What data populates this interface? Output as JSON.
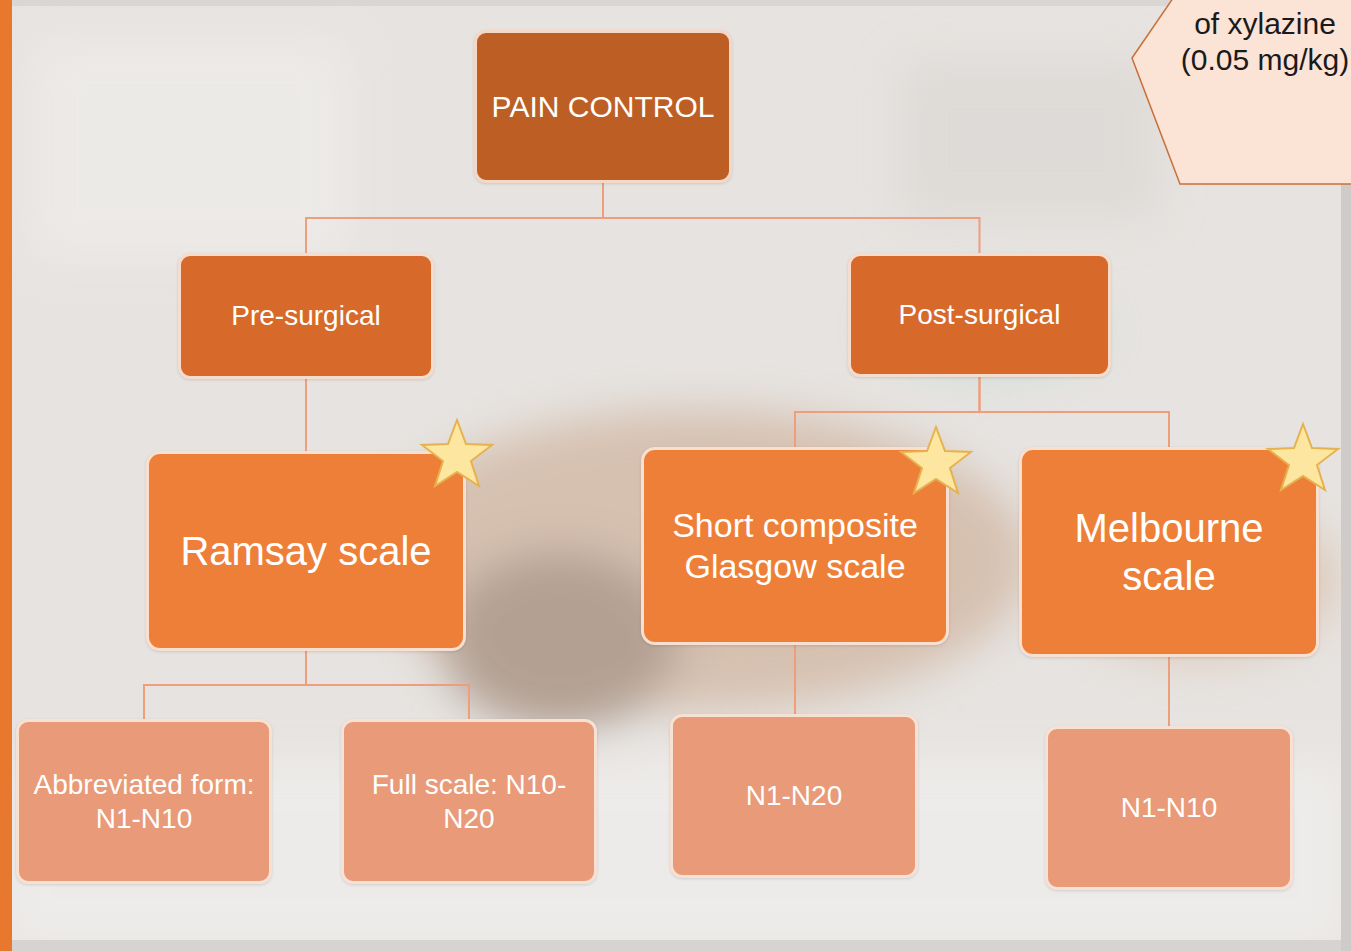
{
  "diagram": {
    "nodes": [
      {
        "text": [
          "PAIN CONTROL"
        ]
      },
      {
        "text": [
          "Pre-surgical"
        ]
      },
      {
        "text": [
          "Post-surgical"
        ]
      },
      {
        "text": [
          "Ramsay scale"
        ]
      },
      {
        "text": [
          "Short composite Glasgow scale"
        ]
      },
      {
        "text": [
          "Melbourne scale"
        ]
      },
      {
        "text": [
          "Abbreviated form: N1-N10"
        ]
      },
      {
        "text": [
          "Full scale: N10-N20"
        ]
      },
      {
        "text": [
          "N1-N20"
        ]
      },
      {
        "text": [
          "N1-N10"
        ]
      },
      {
        "text": [
          "of xylazine (0.05 mg/kg)"
        ]
      }
    ],
    "edges": [
      {
        "from": 0,
        "to": 1,
        "arrow": "none"
      },
      {
        "from": 0,
        "to": 2,
        "arrow": "none"
      },
      {
        "from": 1,
        "to": 3,
        "arrow": "none"
      },
      {
        "from": 2,
        "to": 4,
        "arrow": "none"
      },
      {
        "from": 2,
        "to": 5,
        "arrow": "none"
      },
      {
        "from": 3,
        "to": 6,
        "arrow": "none"
      },
      {
        "from": 3,
        "to": 7,
        "arrow": "none"
      },
      {
        "from": 4,
        "to": 8,
        "arrow": "none"
      },
      {
        "from": 5,
        "to": 9,
        "arrow": "none"
      }
    ]
  }
}
